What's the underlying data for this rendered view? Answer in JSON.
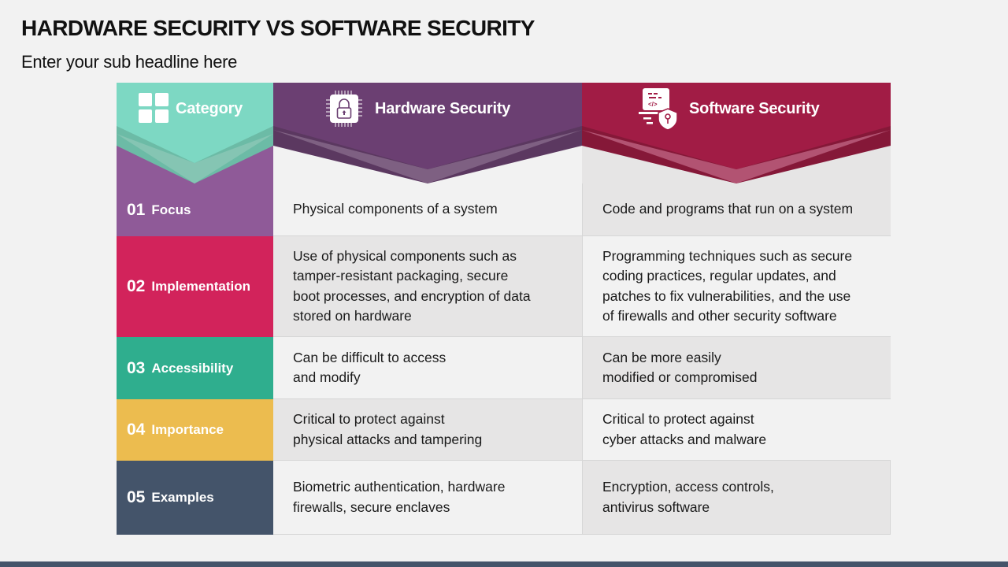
{
  "slide": {
    "title": "HARDWARE SECURITY VS SOFTWARE SECURITY",
    "subtitle": "Enter your sub headline here"
  },
  "header": {
    "category": {
      "label": "Category",
      "icon": "grid-icon",
      "color": "#7dd8c3"
    },
    "hardware": {
      "label": "Hardware Security",
      "icon": "chip-lock-icon",
      "color": "#6b3f72"
    },
    "software": {
      "label": "Software Security",
      "icon": "code-shield-icon",
      "color": "#a11c45"
    }
  },
  "rows": [
    {
      "num": "01",
      "label": "Focus",
      "color": "#8f5a98",
      "hardware": [
        "Physical components of a system"
      ],
      "software": [
        "Code and programs that run on a system"
      ]
    },
    {
      "num": "02",
      "label": "Implementation",
      "color": "#d2235b",
      "hardware": [
        "Use of physical components such as",
        "tamper-resistant packaging, secure",
        "boot processes, and encryption of data",
        "stored on hardware"
      ],
      "software": [
        "Programming techniques such as secure",
        "coding practices, regular updates, and",
        "patches to fix vulnerabilities, and the use",
        "of firewalls and other security software"
      ]
    },
    {
      "num": "03",
      "label": "Accessibility",
      "color": "#2fae8e",
      "hardware": [
        "Can be difficult to access",
        "and modify"
      ],
      "software": [
        "Can be more easily",
        "modified or compromised"
      ]
    },
    {
      "num": "04",
      "label": "Importance",
      "color": "#ecbc4f",
      "hardware": [
        "Critical to protect against",
        "physical attacks and tampering"
      ],
      "software": [
        "Critical to protect against",
        "cyber attacks and malware"
      ]
    },
    {
      "num": "05",
      "label": "Examples",
      "color": "#44546a",
      "hardware": [
        "Biometric authentication, hardware",
        "firewalls, secure enclaves"
      ],
      "software": [
        "Encryption, access controls,",
        "antivirus software"
      ]
    }
  ],
  "footer": {
    "bar_color": "#44546a"
  }
}
